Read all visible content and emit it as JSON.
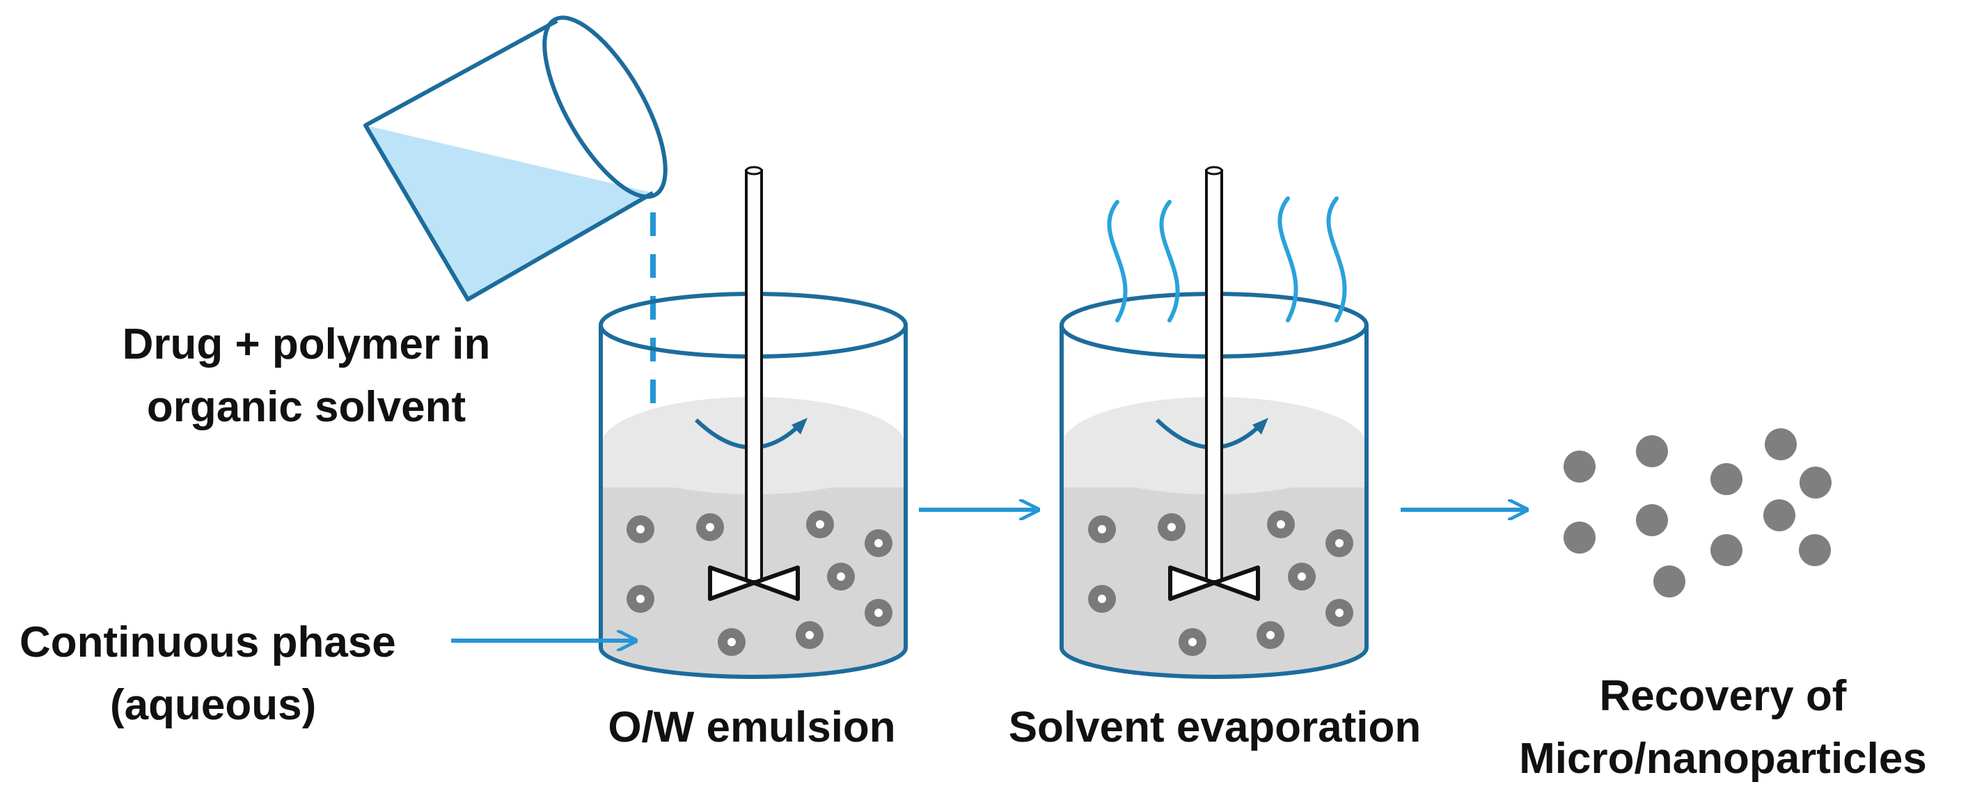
{
  "labels": {
    "drug_line1": "Drug + polymer in",
    "drug_line2": "organic solvent",
    "continuous_line1": "Continuous phase",
    "continuous_line2": "(aqueous)",
    "emulsion": "O/W emulsion",
    "evaporation": "Solvent evaporation",
    "recovery_line1": "Recovery of",
    "recovery_line2": "Micro/nanoparticles"
  },
  "colors": {
    "outline": "#1c6c9c",
    "arrow": "#2596d6",
    "liquid_top": "#e8e8e8",
    "liquid_bottom": "#d6d6d6",
    "solvent_fill": "#bde3f8",
    "droplet": "#7a7a7a",
    "particle": "#7f7f7f",
    "stirrer": "#111111",
    "vapor": "#2aa2dc"
  },
  "icons": [
    "beaker-icon",
    "stirrer-icon",
    "vapor-icon",
    "droplet-icon",
    "particle-icon",
    "arrow-icon"
  ]
}
